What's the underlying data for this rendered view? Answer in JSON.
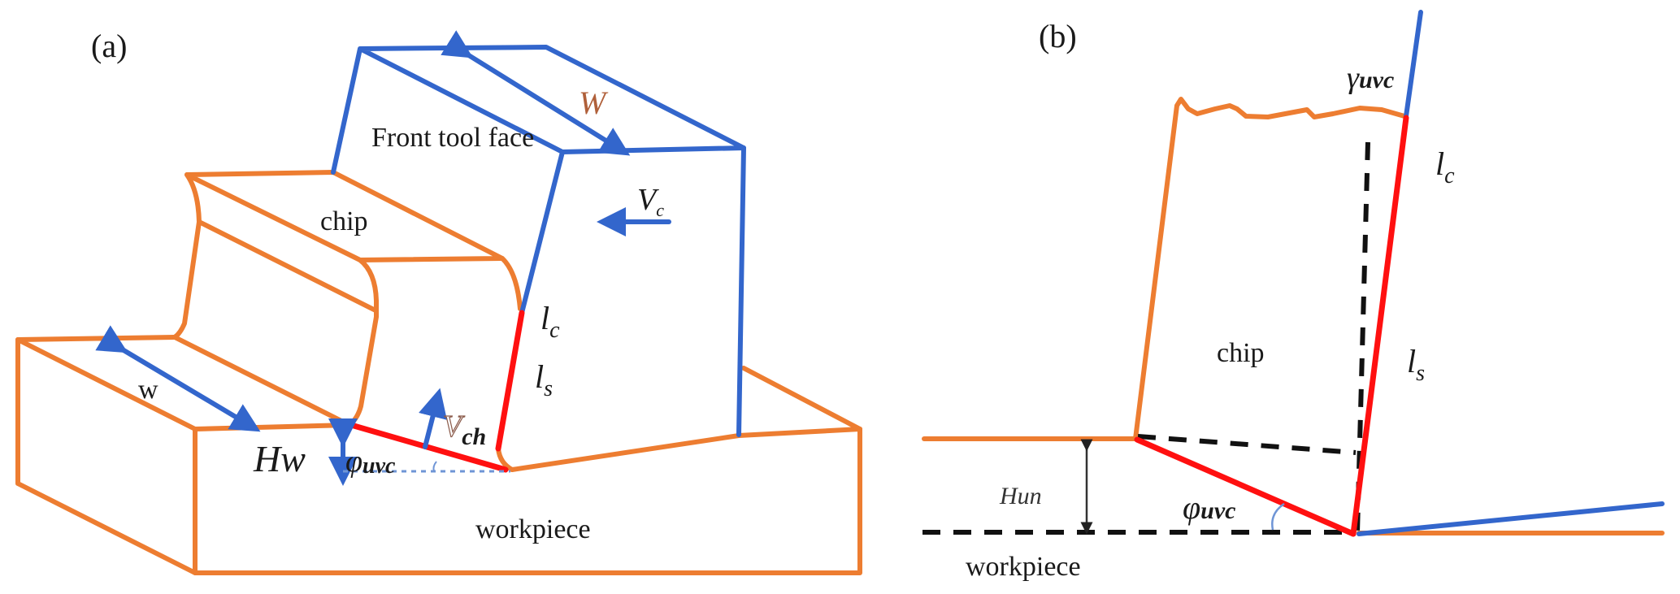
{
  "colors": {
    "chip_workpiece": "#ED7D31",
    "tool": "#3366CC",
    "shear_contact": "#FF1010",
    "text": "#1a1a1a",
    "W_label": "#b0603a"
  },
  "panel_a": {
    "label": "(a)",
    "front_tool_face": "Front tool face",
    "W": "W",
    "Vc": {
      "main": "V",
      "sub": "c"
    },
    "chip": "chip",
    "lc": {
      "main": "l",
      "sub": "c"
    },
    "ls": {
      "main": "l",
      "sub": "s"
    },
    "w": "w",
    "Vch": {
      "main": "V",
      "sub": "ch"
    },
    "Hw": "Hw",
    "phi_uvc": {
      "main": "φ",
      "sub": "uvc"
    },
    "workpiece": "workpiece"
  },
  "panel_b": {
    "label": "(b)",
    "gamma_uvc": {
      "main": "γ",
      "sub": "uvc"
    },
    "lc": {
      "main": "l",
      "sub": "c"
    },
    "chip": "chip",
    "ls": {
      "main": "l",
      "sub": "s"
    },
    "Hun": "Hun",
    "phi_uvc": {
      "main": "φ",
      "sub": "uvc"
    },
    "workpiece": "workpiece"
  }
}
